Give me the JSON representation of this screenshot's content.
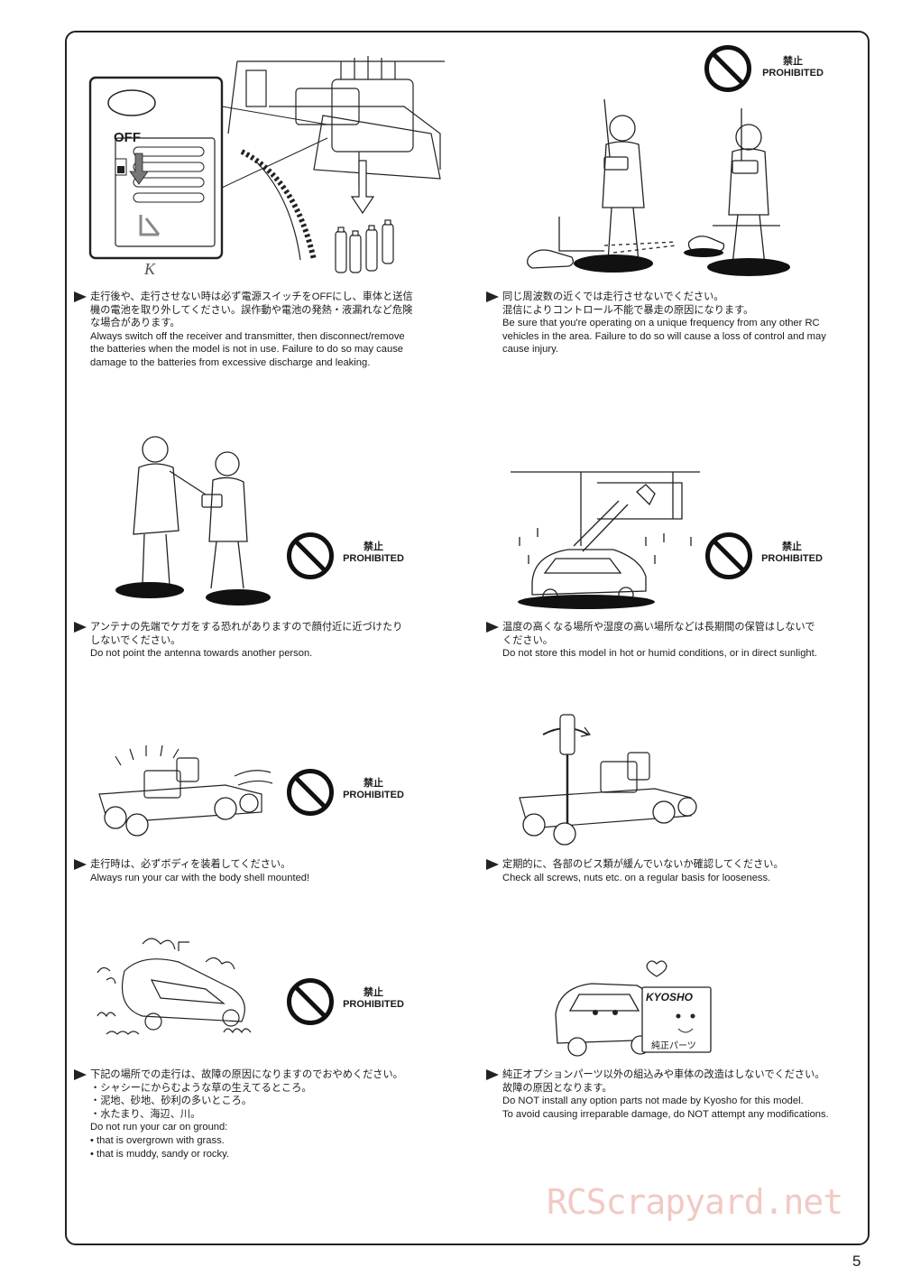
{
  "page_number": "5",
  "watermark": "RCScrapyard.net",
  "prohibited": {
    "jp": "禁止",
    "en": "PROHIBITED"
  },
  "off_label": "OFF",
  "battery_logo": "K",
  "kyosho_box": {
    "brand": "KYOSHO",
    "label": "純正パーツ"
  },
  "sections": [
    {
      "jp": "走行後や、走行させない時は必ず電源スイッチをOFFにし、車体と送信\n機の電池を取り外してください。誤作動や電池の発熱・液漏れなど危険\nな場合があります。",
      "en": "Always switch off the receiver and transmitter, then disconnect/remove\nthe batteries when the model is not in use.  Failure to do so may cause\ndamage to the batteries from excessive discharge and leaking."
    },
    {
      "jp": "同じ周波数の近くでは走行させないでください。\n混信によりコントロール不能で暴走の原因になります。",
      "en": "Be sure that you're operating on a unique frequency from any other RC\nvehicles in the area. Failure to do so will cause a loss of control and may\ncause injury."
    },
    {
      "jp": "アンテナの先端でケガをする恐れがありますので顔付近に近づけたり\nしないでください。",
      "en": "Do not point the antenna towards another person."
    },
    {
      "jp": "温度の高くなる場所や湿度の高い場所などは長期間の保管はしないで\nください。",
      "en": "Do not store this model in hot or humid conditions, or in direct sunlight."
    },
    {
      "jp": "走行時は、必ずボディを装着してください。",
      "en": "Always run your car with the body shell mounted!"
    },
    {
      "jp": "定期的に、各部のビス類が緩んでいないか確認してください。",
      "en": "Check all screws, nuts etc. on a regular basis for looseness."
    },
    {
      "jp": "下記の場所での走行は、故障の原因になりますのでおやめください。\n ・シャシーにからむような草の生えてるところ。\n ・泥地、砂地、砂利の多いところ。\n ・水たまり、海辺、川。",
      "en": "Do not run your car on ground:\n  • that is overgrown with grass.\n  • that is muddy, sandy or rocky."
    },
    {
      "jp": "純正オプションパーツ以外の組込みや車体の改造はしないでください。\n故障の原因となります。",
      "en": "Do NOT install any option parts not made by Kyosho for this model.\nTo avoid causing irreparable damage, do NOT attempt any modifications."
    }
  ]
}
